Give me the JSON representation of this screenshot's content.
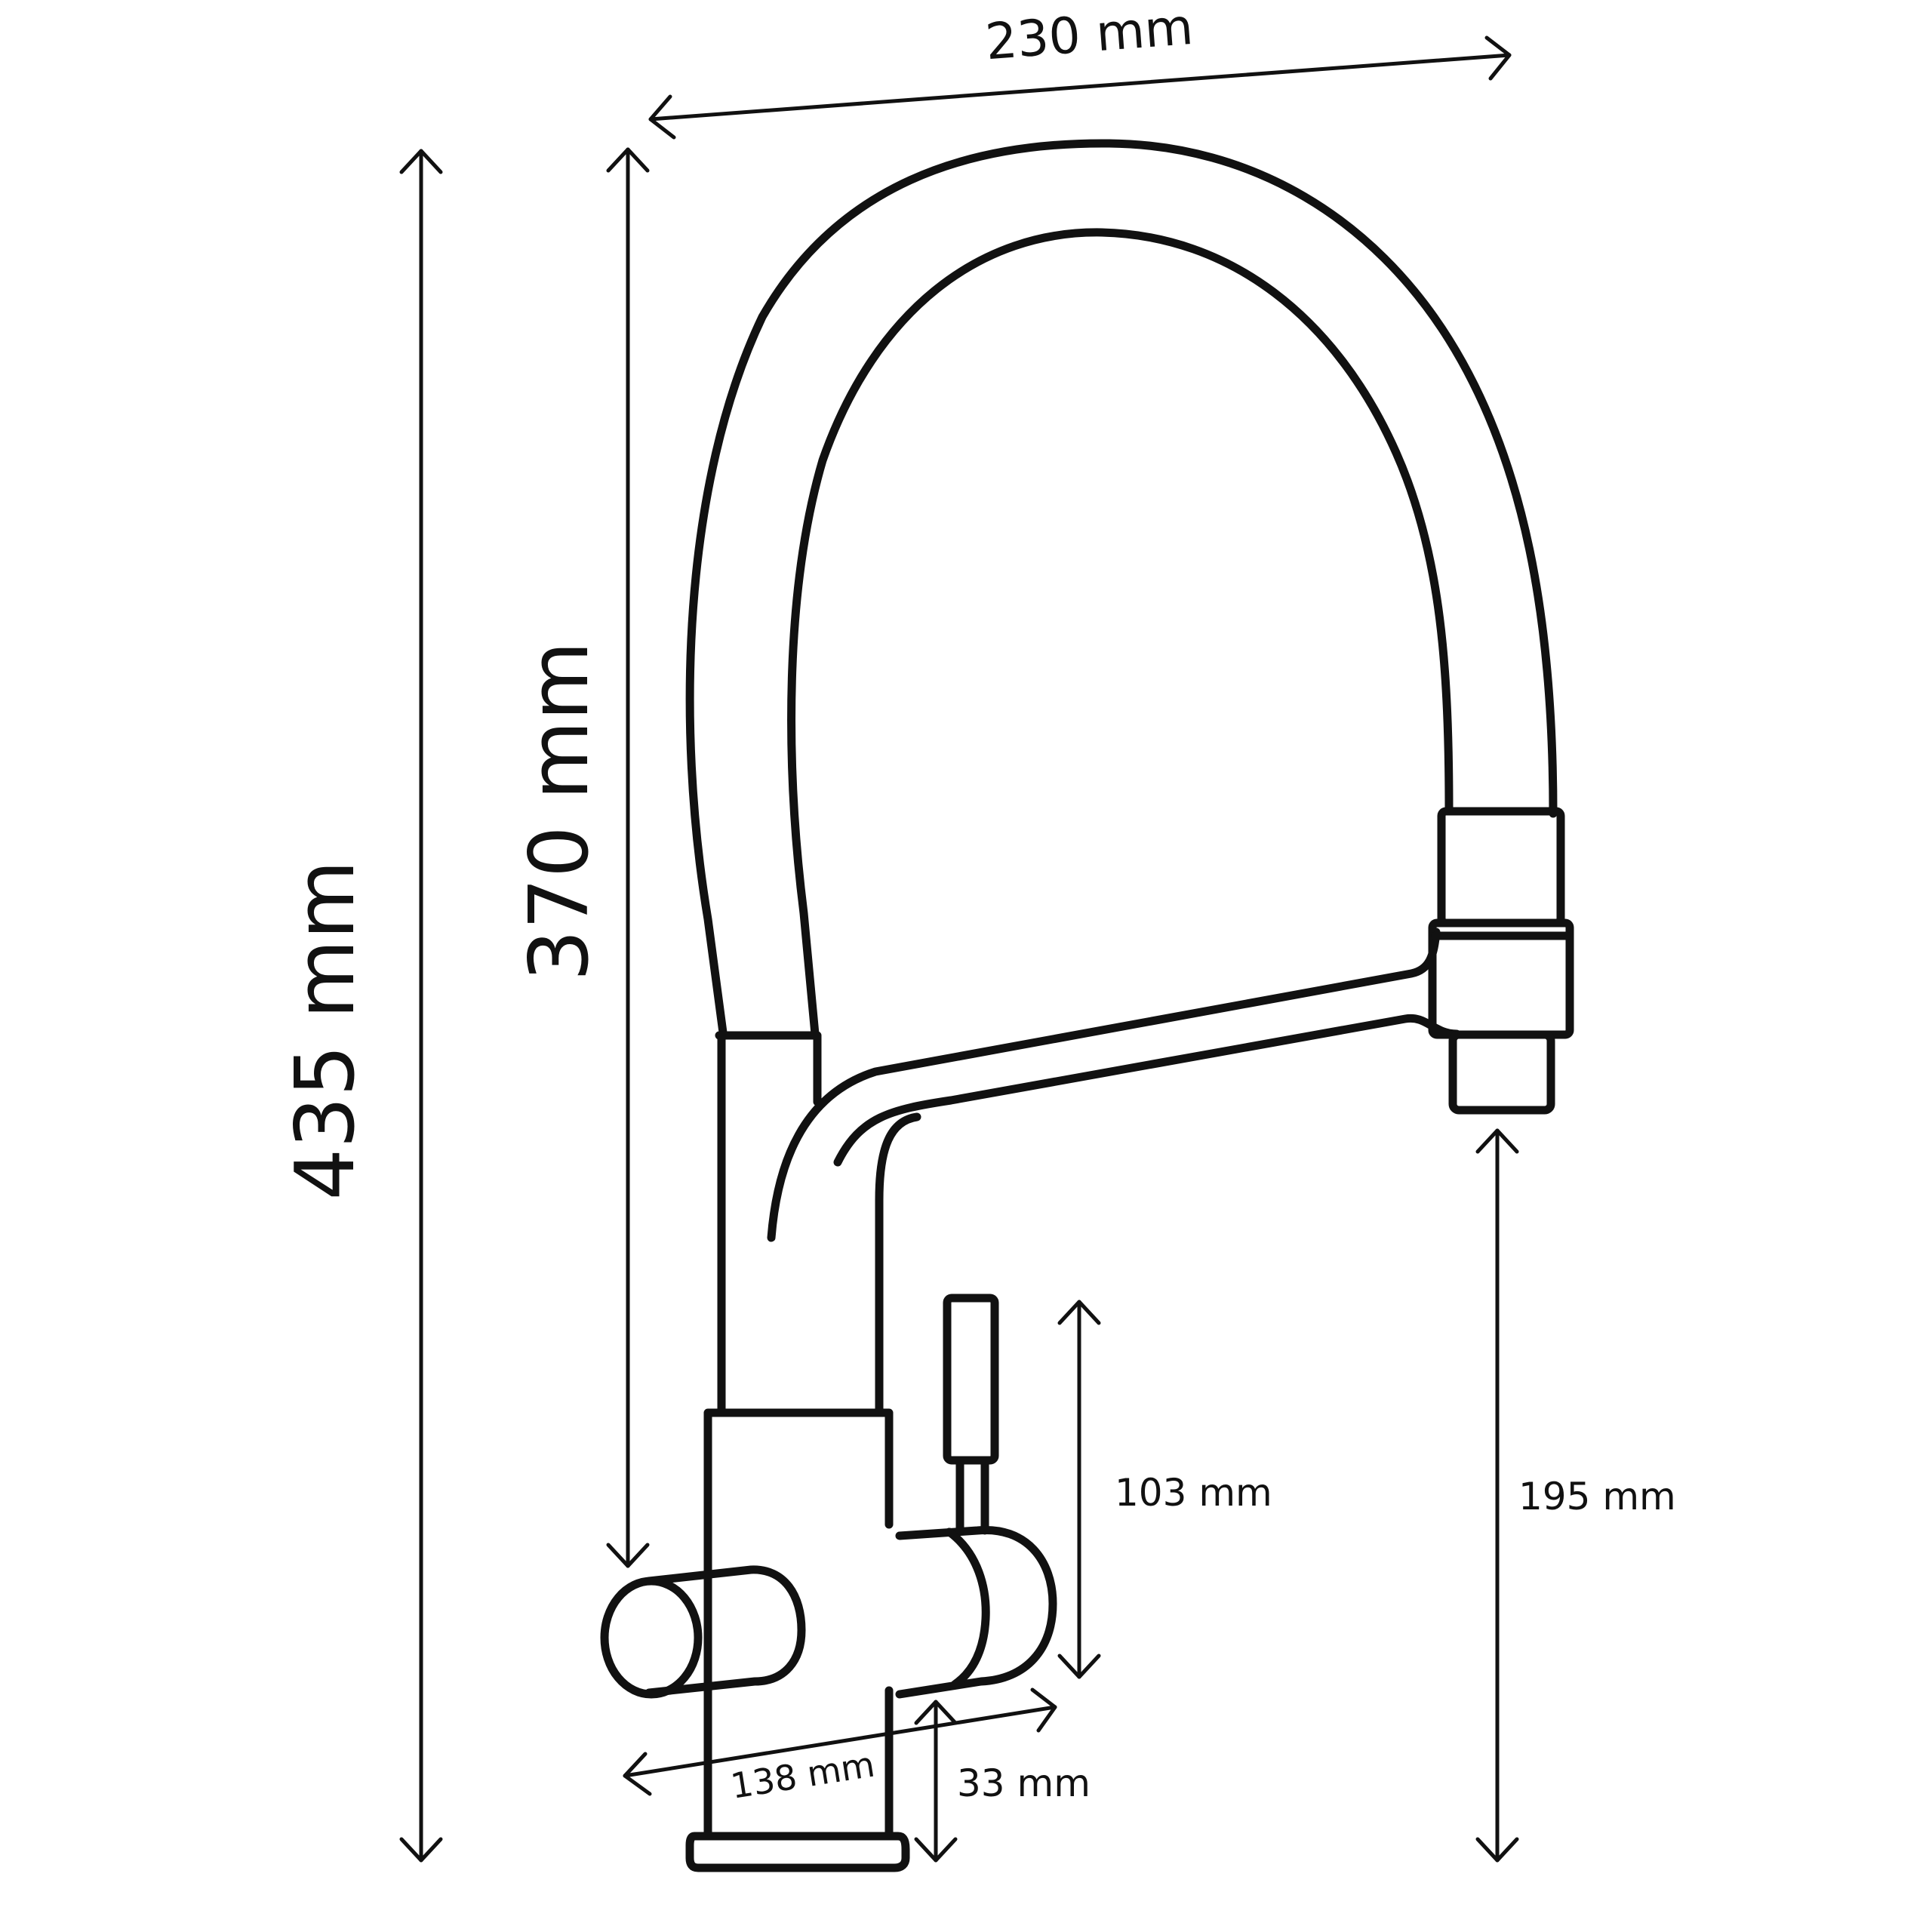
{
  "diagram": {
    "dimensions": {
      "total_height": "435 mm",
      "spout_height": "370 mm",
      "spout_reach": "230 mm",
      "outlet_clearance": "195 mm",
      "lever_height": "103 mm",
      "base_depth": "138 mm",
      "base_height": "33 mm"
    }
  }
}
